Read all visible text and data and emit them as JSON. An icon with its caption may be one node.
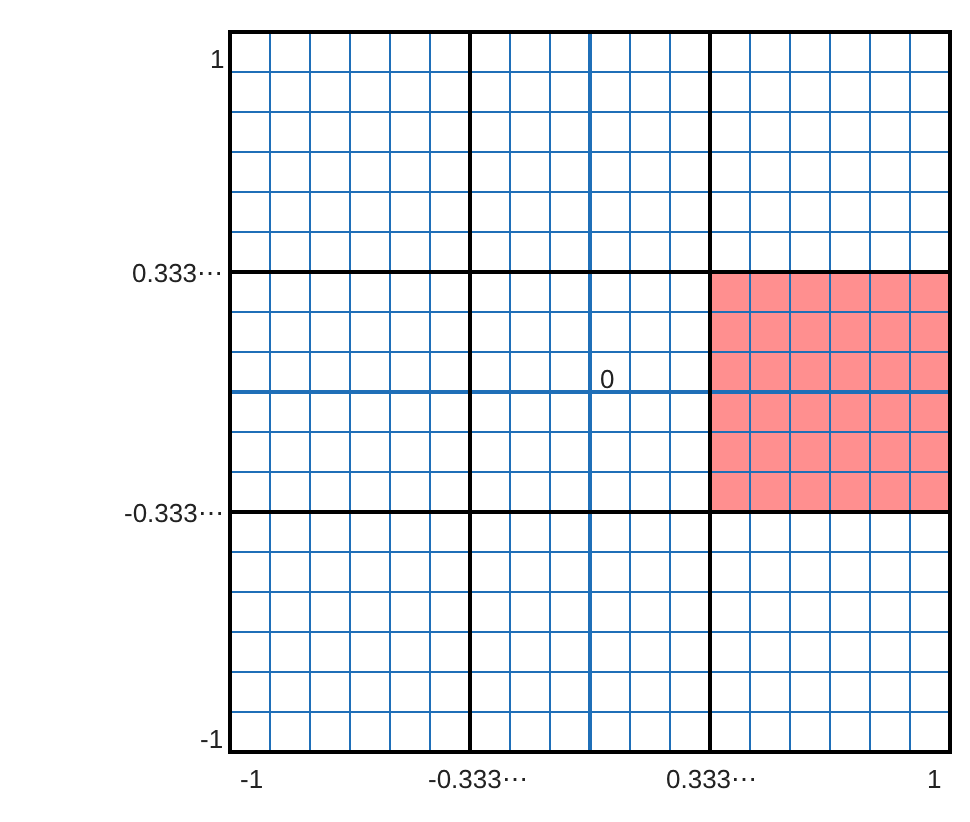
{
  "diagram": {
    "labels": [
      "1",
      "0.333⋯",
      "0",
      "-0.333⋯",
      "-1",
      "-1",
      "-0.333⋯",
      "0.333⋯",
      "1"
    ]
  }
}
